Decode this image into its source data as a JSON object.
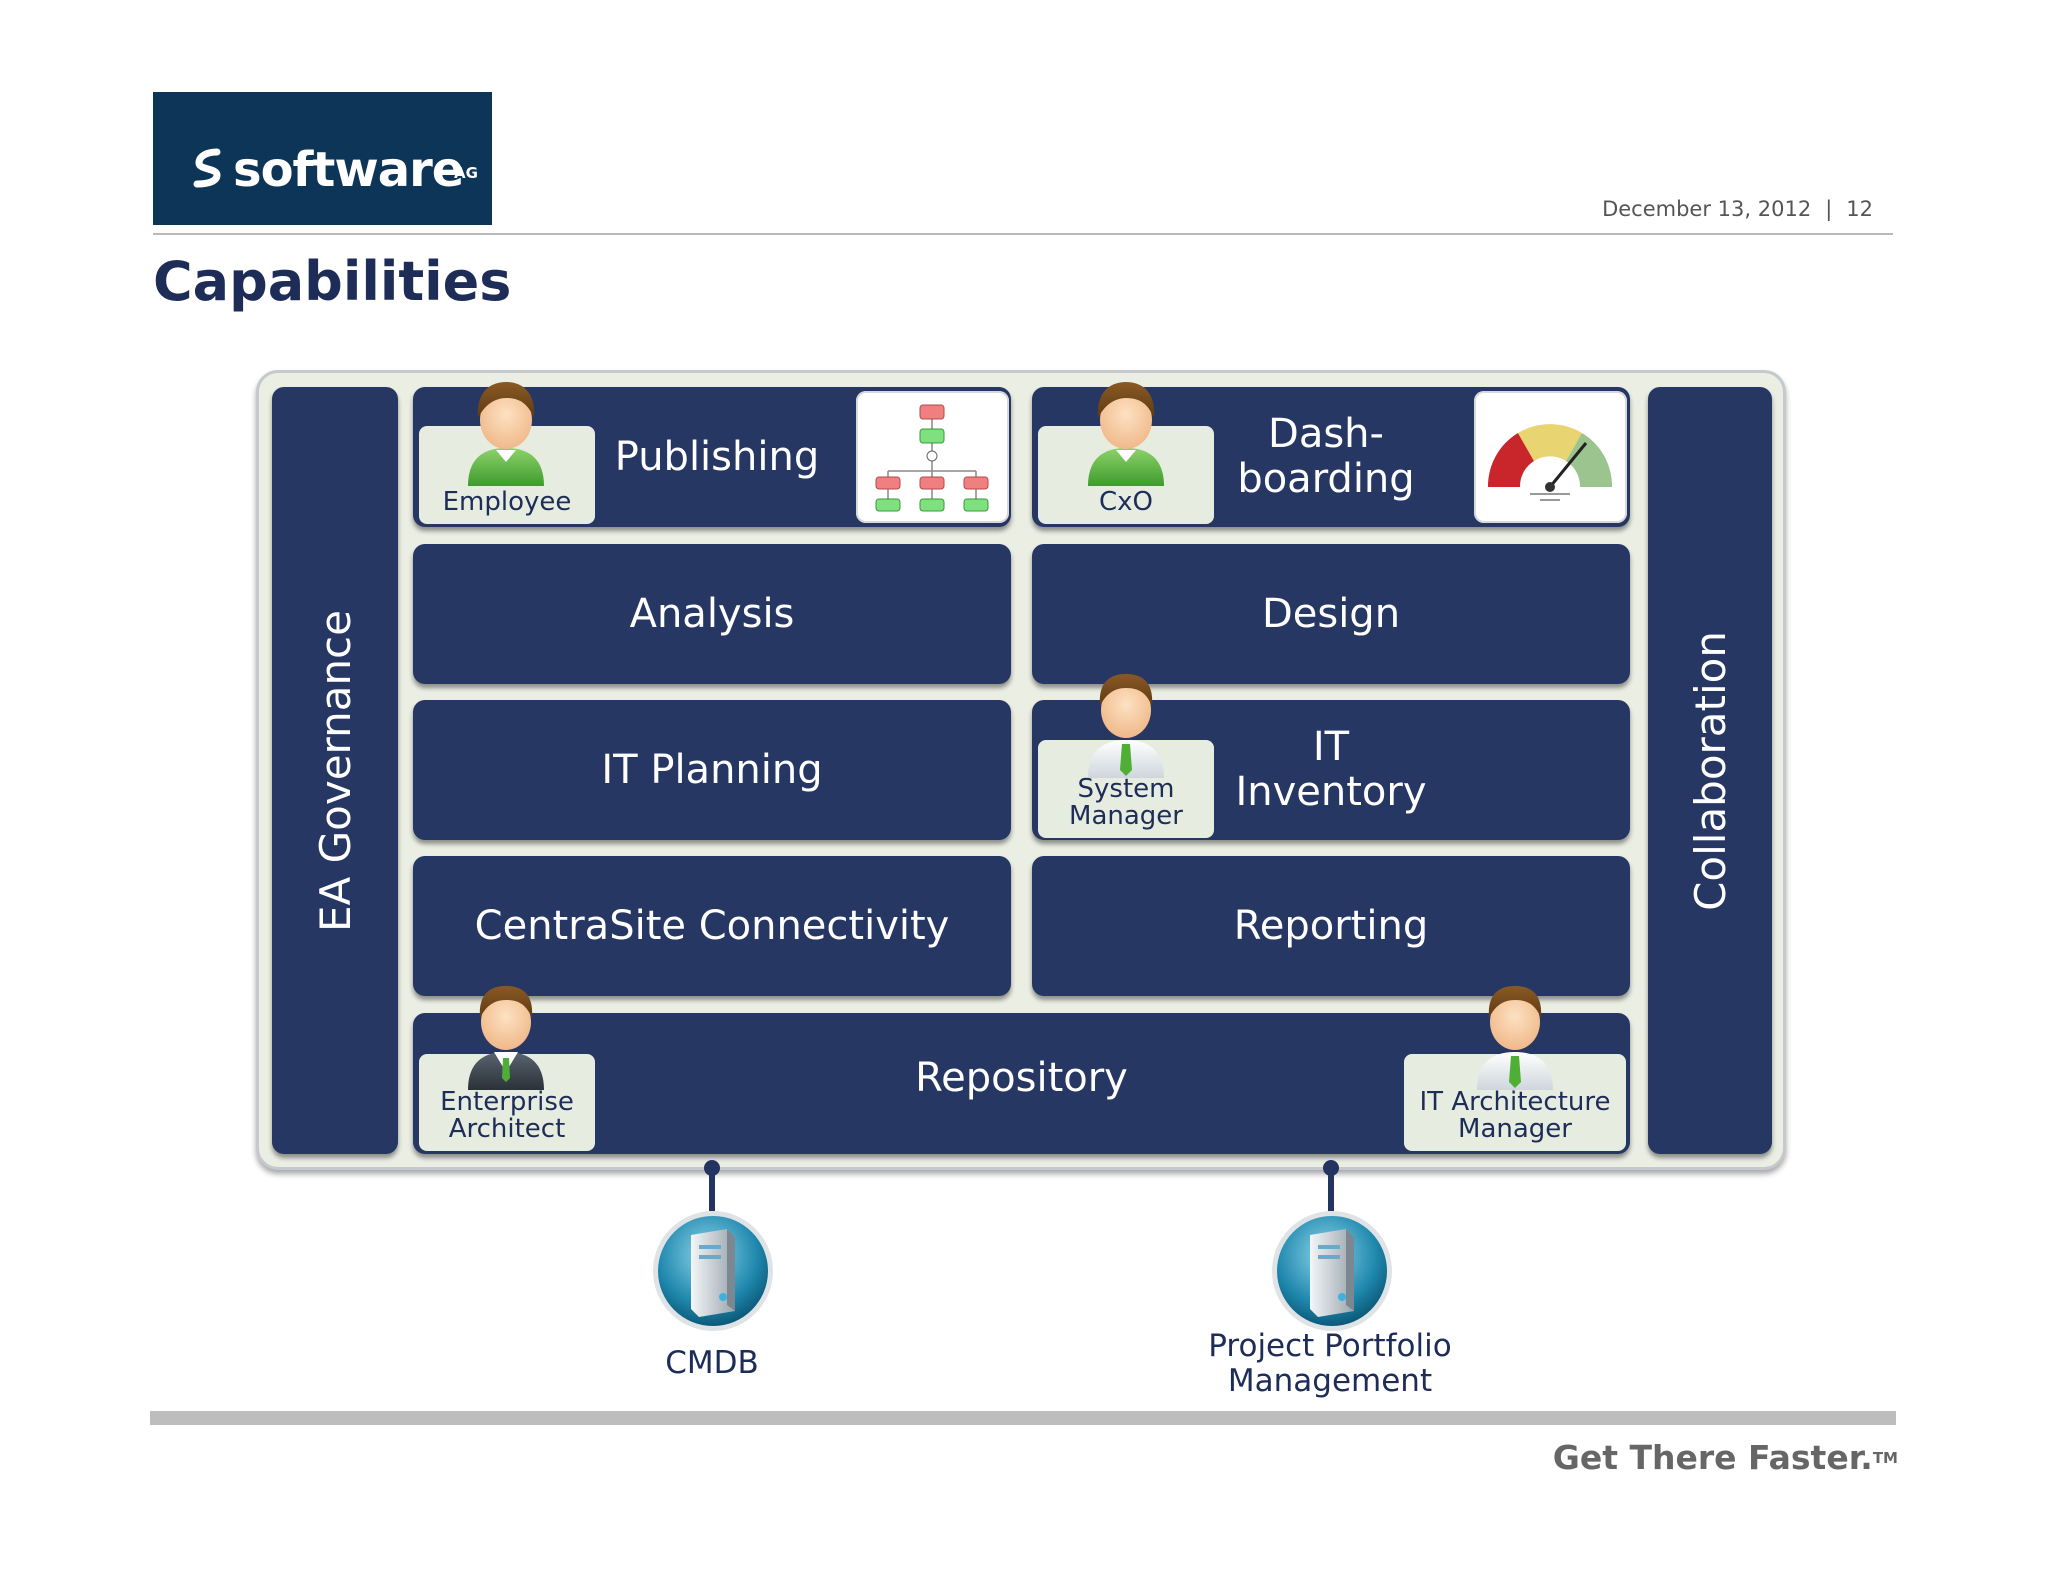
{
  "header": {
    "logo_text": "software",
    "logo_suffix": "AG",
    "date": "December 13, 2012",
    "separator": "|",
    "page_number": "12"
  },
  "title": "Capabilities",
  "diagram": {
    "left_bar": "EA Governance",
    "right_bar": "Collaboration",
    "blocks": {
      "publishing": "Publishing",
      "dashboarding_line1": "Dash-",
      "dashboarding_line2": "boarding",
      "analysis": "Analysis",
      "design": "Design",
      "it_planning": "IT Planning",
      "it_inventory_line1": "IT",
      "it_inventory_line2": "Inventory",
      "centrasite": "CentraSite Connectivity",
      "reporting": "Reporting",
      "repository": "Repository"
    },
    "roles": {
      "employee": "Employee",
      "cxo": "CxO",
      "system_manager_line1": "System",
      "system_manager_line2": "Manager",
      "enterprise_architect_line1": "Enterprise",
      "enterprise_architect_line2": "Architect",
      "it_arch_manager_line1": "IT Architecture",
      "it_arch_manager_line2": "Manager"
    },
    "data_sources": {
      "cmdb": "CMDB",
      "ppm_line1": "Project Portfolio",
      "ppm_line2": "Management"
    }
  },
  "footer": {
    "tagline": "Get There Faster.",
    "trademark": "TM"
  },
  "colors": {
    "navy_block": "#273764",
    "logo_bg": "#0d3558",
    "title": "#1e2d57",
    "frame_bg": "#eaeee3"
  },
  "icons": [
    "person-icon",
    "org-chart-icon",
    "gauge-icon",
    "server-icon"
  ]
}
